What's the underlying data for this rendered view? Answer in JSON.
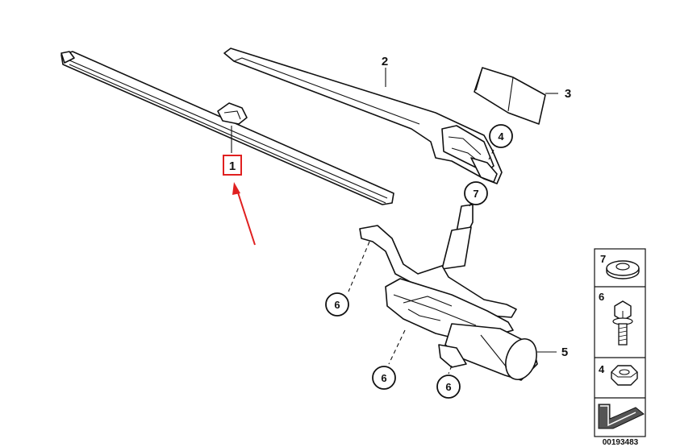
{
  "diagram": {
    "callouts": [
      {
        "id": "1",
        "label": "1",
        "highlighted": true
      },
      {
        "id": "2",
        "label": "2"
      },
      {
        "id": "3",
        "label": "3"
      },
      {
        "id": "4",
        "label": "4"
      },
      {
        "id": "5",
        "label": "5"
      },
      {
        "id": "6a",
        "label": "6"
      },
      {
        "id": "6b",
        "label": "6"
      },
      {
        "id": "6c",
        "label": "6"
      },
      {
        "id": "7",
        "label": "7"
      }
    ],
    "legend": [
      {
        "label": "7",
        "icon": "washer-icon"
      },
      {
        "label": "6",
        "icon": "bolt-icon"
      },
      {
        "label": "4",
        "icon": "hex-nut-icon"
      }
    ],
    "reference_number": "00193483",
    "highlight_color": "#e02020",
    "arrow_color": "#e02020"
  }
}
